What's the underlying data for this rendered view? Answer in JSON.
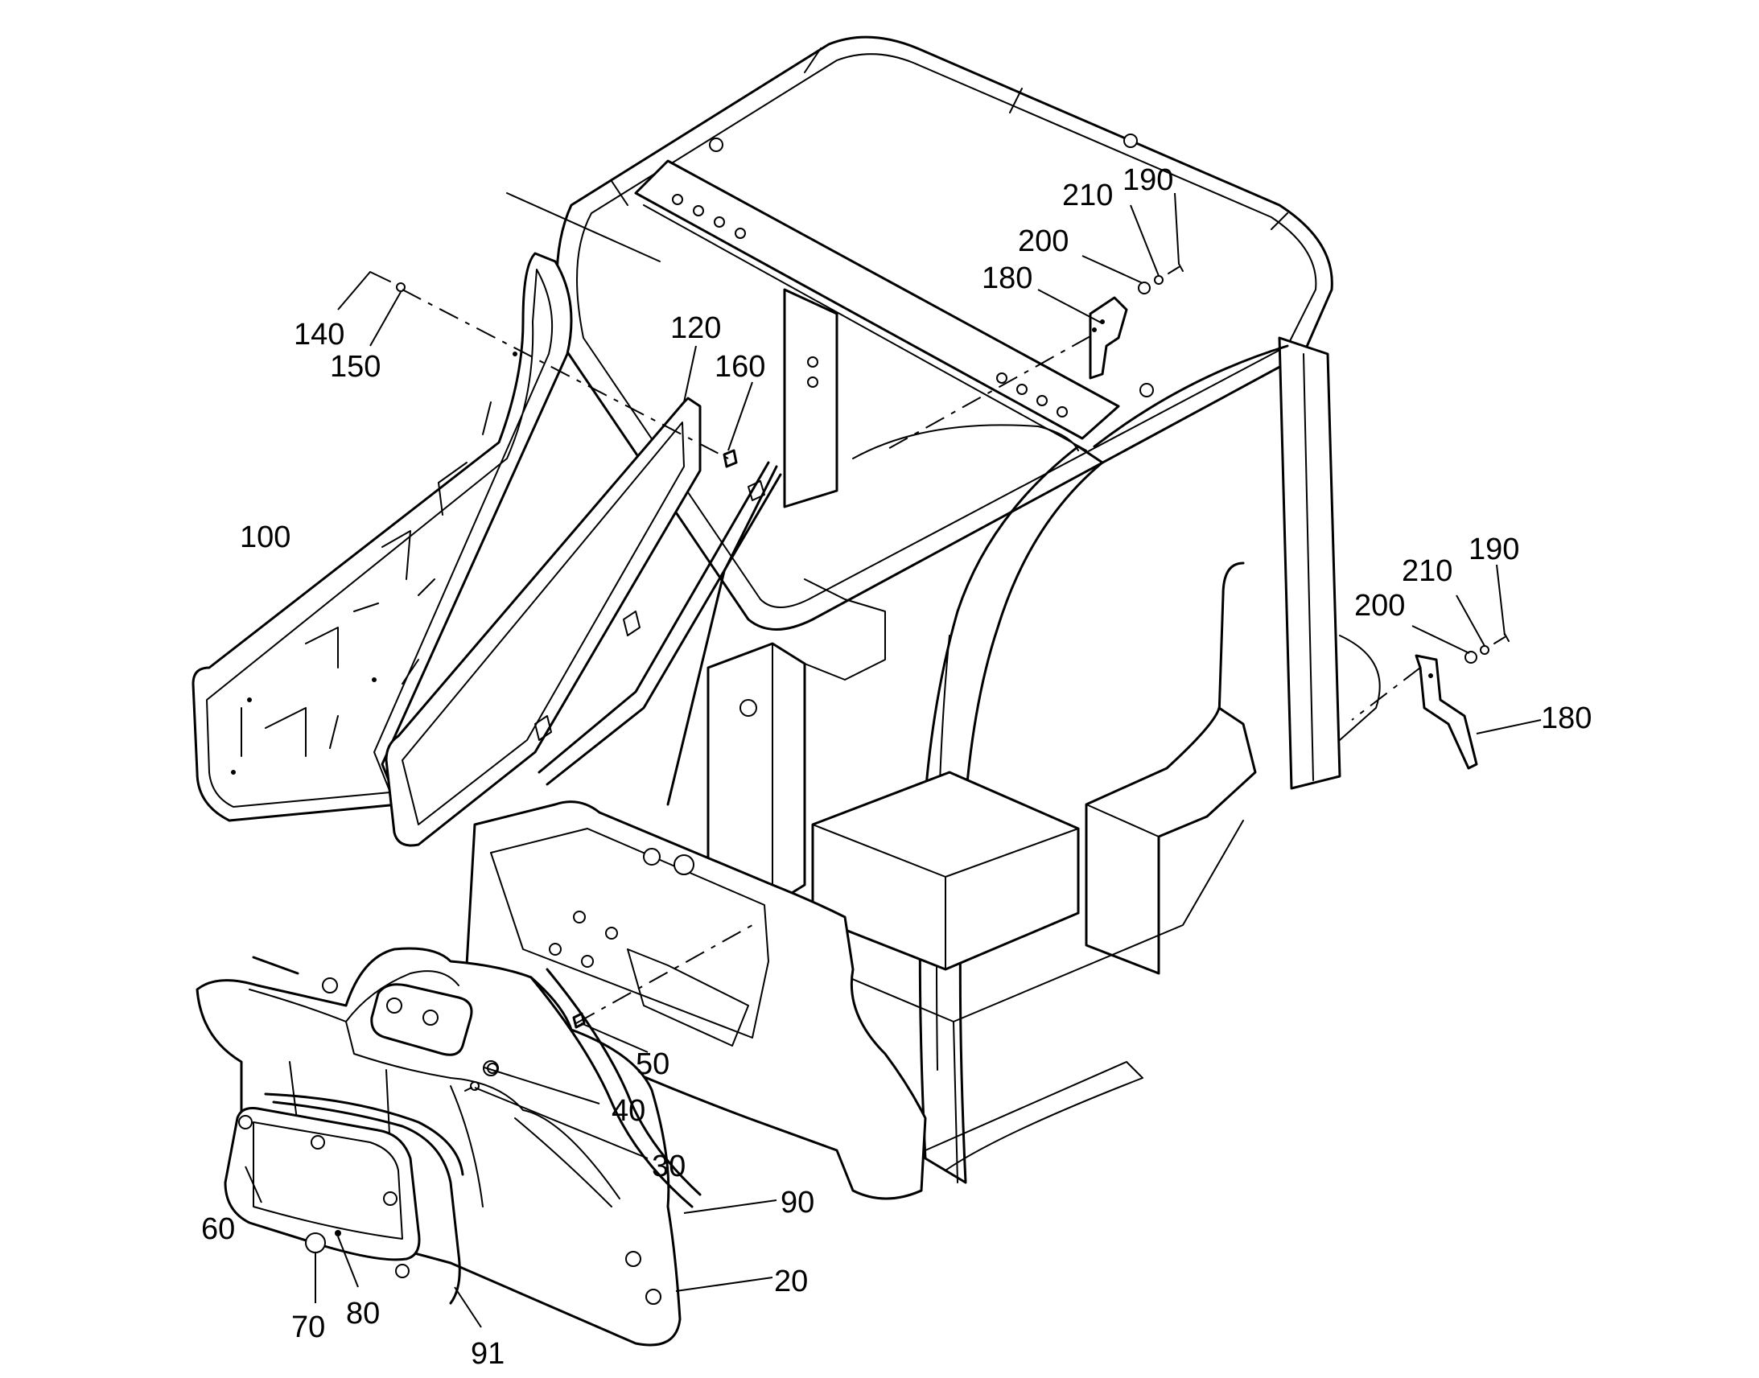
{
  "callouts": [
    {
      "id": "label-190-top",
      "text": "190"
    },
    {
      "id": "label-210-top",
      "text": "210"
    },
    {
      "id": "label-200-top",
      "text": "200"
    },
    {
      "id": "label-180-top",
      "text": "180"
    },
    {
      "id": "label-140",
      "text": "140"
    },
    {
      "id": "label-150",
      "text": "150"
    },
    {
      "id": "label-120",
      "text": "120"
    },
    {
      "id": "label-160",
      "text": "160"
    },
    {
      "id": "label-100",
      "text": "100"
    },
    {
      "id": "label-190-right",
      "text": "190"
    },
    {
      "id": "label-210-right",
      "text": "210"
    },
    {
      "id": "label-200-right",
      "text": "200"
    },
    {
      "id": "label-180-right",
      "text": "180"
    },
    {
      "id": "label-50",
      "text": "50"
    },
    {
      "id": "label-40",
      "text": "40"
    },
    {
      "id": "label-30",
      "text": "30"
    },
    {
      "id": "label-90",
      "text": "90"
    },
    {
      "id": "label-20",
      "text": "20"
    },
    {
      "id": "label-60",
      "text": "60"
    },
    {
      "id": "label-70",
      "text": "70"
    },
    {
      "id": "label-80",
      "text": "80"
    },
    {
      "id": "label-91",
      "text": "91"
    }
  ]
}
